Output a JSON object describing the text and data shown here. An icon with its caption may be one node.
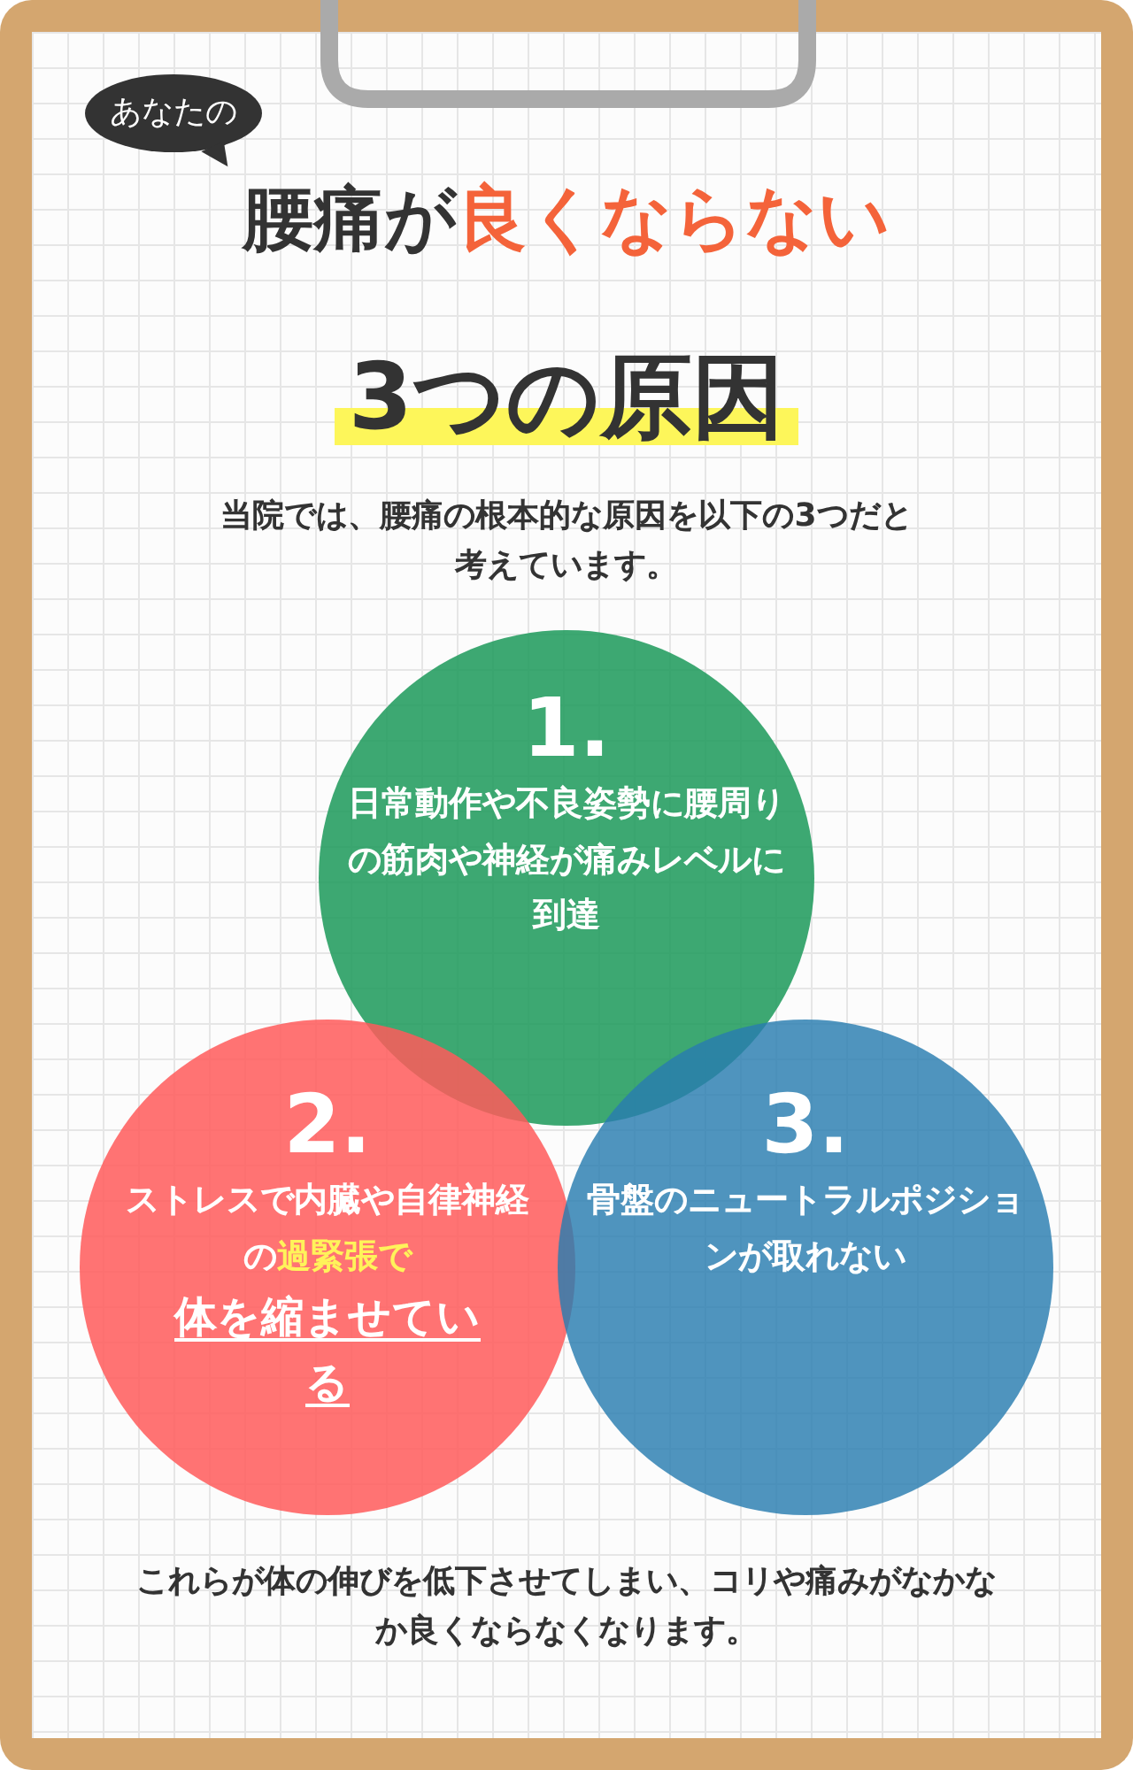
{
  "diagram": {
    "title": "腰痛が**良くならない**",
    "nodes": [
      {
        "text": [
          "1.",
          "日常動作や不良姿勢に腰周りの筋肉や神経が痛みレベルに到達"
        ]
      },
      {
        "text": [
          "2.",
          "ストレスで内臓や自律神経の**過緊張で**",
          "体を縮ませている"
        ]
      },
      {
        "text": [
          "3.",
          "骨盤のニュートラルポジションが取れない"
        ]
      }
    ],
    "edges": [],
    "labels": [
      "あなたの",
      "3つの原因",
      "当院では、腰痛の根本的な原因を以下の3つだと考えています。",
      "これらが体の伸びを低下させてしまい、コリや痛みがなかなか良くならなくなります。"
    ]
  }
}
